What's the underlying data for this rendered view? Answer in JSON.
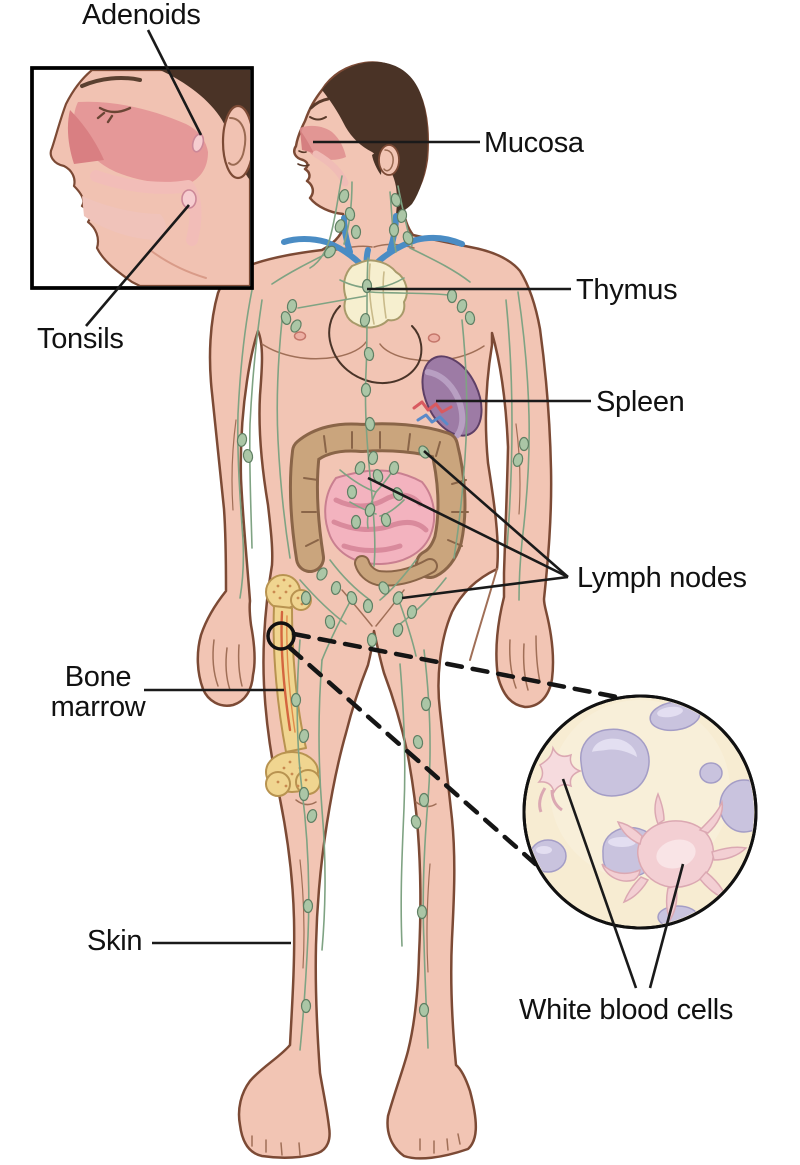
{
  "labels": {
    "adenoids": "Adenoids",
    "tonsils": "Tonsils",
    "mucosa": "Mucosa",
    "thymus": "Thymus",
    "spleen": "Spleen",
    "lymph_nodes": "Lymph nodes",
    "bone_marrow": "Bone marrow",
    "skin": "Skin",
    "white_blood_cells": "White blood cells"
  },
  "insets": {
    "head_inset": "head profile showing adenoids and tonsils",
    "cell_inset": "magnified view of white blood cells"
  },
  "colors": {
    "background": "#ffffff",
    "label_text": "#111111",
    "leader_line": "#1a1a1a",
    "skin": "#f2c5b4",
    "body_outline": "#7c4a35",
    "hair": "#4a3326",
    "mucosa_pink": "#e09090",
    "lymph_vessel": "#7fa383",
    "lymph_node_fill": "#abc6a6",
    "vein_blue": "#4a8cc4",
    "thymus_cream": "#f6efcf",
    "spleen_purple": "#9d7ba5",
    "large_intestine": "#caa57d",
    "small_intestine": "#f3b3bf",
    "bone_yellow": "#f0d590",
    "inset_cell_bg": "#f7ecd2",
    "cell_lavender": "#c9c3de",
    "cell_pink": "#f3cfd3"
  }
}
